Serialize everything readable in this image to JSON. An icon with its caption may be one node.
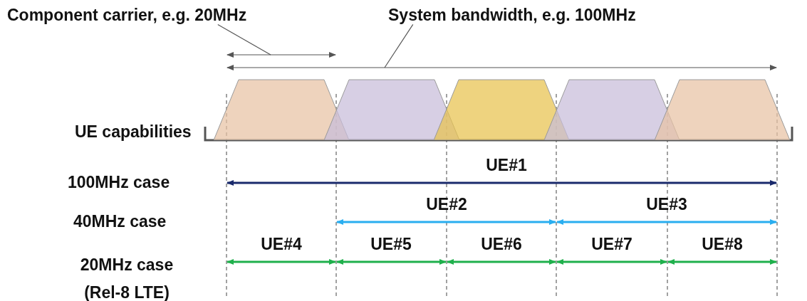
{
  "diagram": {
    "nodes": [
      {
        "text": [
          "Component carrier, e.g. 20MHz"
        ]
      },
      {
        "text": [
          "System bandwidth, e.g. 100MHz"
        ]
      },
      {
        "text": [],
        "shape": "trapezoid"
      },
      {
        "text": [],
        "shape": "trapezoid"
      },
      {
        "text": [],
        "shape": "trapezoid"
      },
      {
        "text": [],
        "shape": "trapezoid"
      },
      {
        "text": [],
        "shape": "trapezoid"
      }
    ],
    "edges": [
      {
        "from": 0,
        "to": null,
        "arrow": "none"
      },
      {
        "from": 1,
        "to": null,
        "arrow": "none"
      }
    ],
    "labels": [
      "UE capabilities",
      "UE#1",
      "100MHz case",
      "UE#2",
      "UE#3",
      "40MHz case",
      "UE#4",
      "UE#5",
      "UE#6",
      "UE#7",
      "UE#8",
      "20MHz case (Rel-8 LTE)"
    ]
  }
}
